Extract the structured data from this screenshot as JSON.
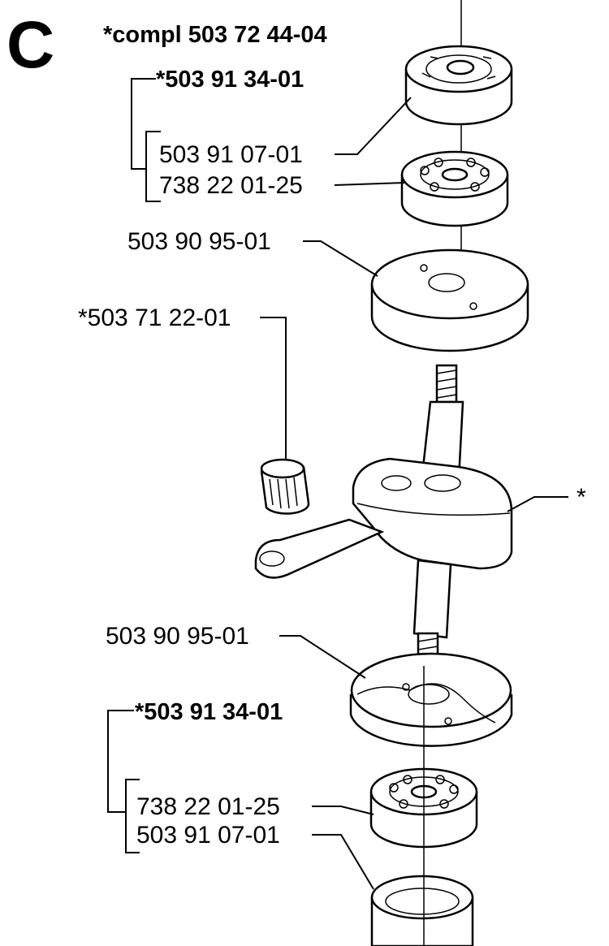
{
  "section_letter": "C",
  "assembly_label": "*compl 503 72 44-04",
  "labels": {
    "top_kit": "*503 91 34-01",
    "top_seal": "503 91 07-01",
    "top_bearing": "738 22 01-25",
    "top_gasket": "503 90 95-01",
    "needle_bearing": "*503 71 22-01",
    "crankshaft": "*",
    "bottom_gasket": "503 90 95-01",
    "bottom_kit": "*503 91 34-01",
    "bottom_bearing": "738 22 01-25",
    "bottom_seal": "503 91 07-01"
  }
}
